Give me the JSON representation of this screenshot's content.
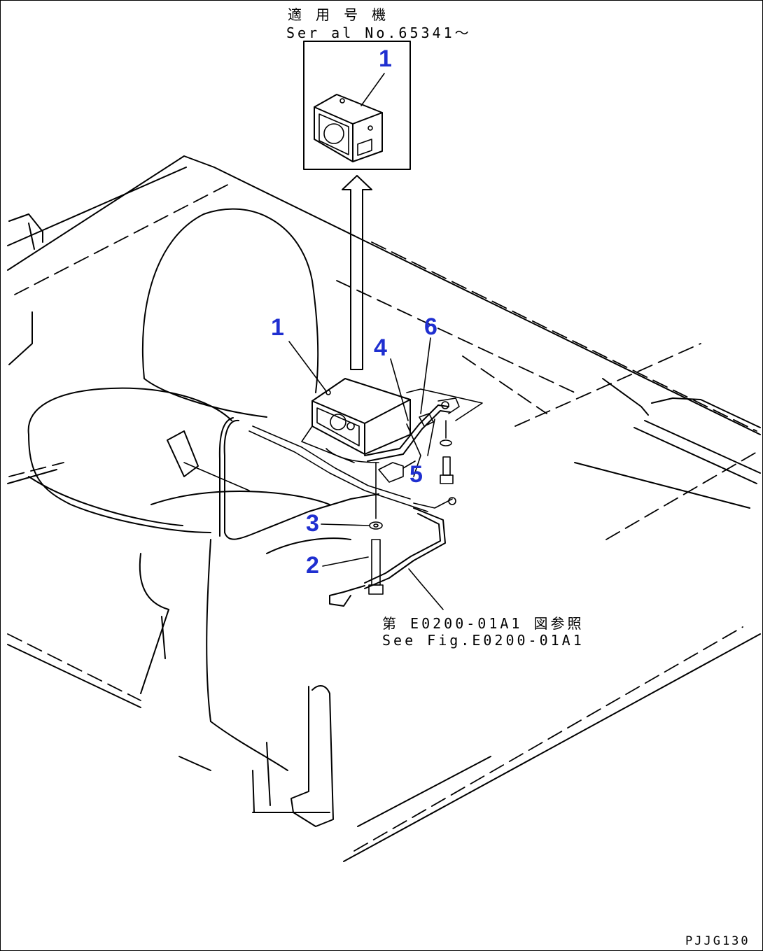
{
  "header": {
    "applicable_jp": "適 用 号 機",
    "serial_label": "Ser al No.65341～"
  },
  "reference": {
    "jp": "第 E0200-01A1 図参照",
    "en": "See Fig.E0200-01A1"
  },
  "figure_code": "PJJG130",
  "callouts": [
    "1",
    "1",
    "2",
    "3",
    "4",
    "5",
    "6"
  ],
  "colors": {
    "callout": "#1f2fd0",
    "line": "#000000"
  }
}
